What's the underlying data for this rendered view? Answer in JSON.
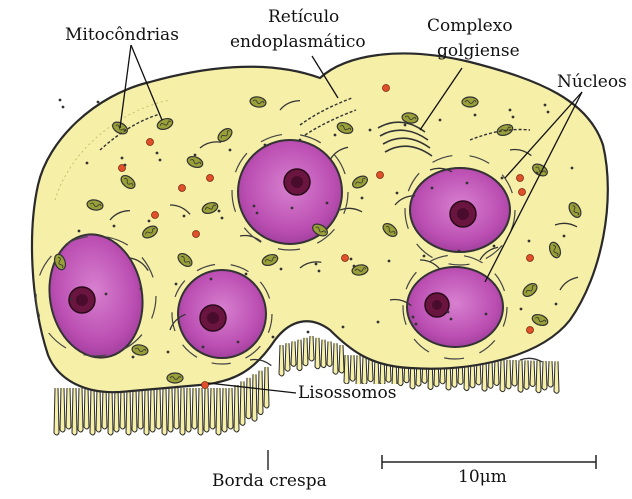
{
  "labels": {
    "mitochondria": "Mitocôndrias",
    "er_line1": "Retículo",
    "er_line2": "endoplasmático",
    "golgi_line1": "Complexo",
    "golgi_line2": "golgiense",
    "nuclei": "Núcleos",
    "lysosomes": "Lisossomos",
    "ruffled_border": "Borda crespa",
    "scale": "10μm"
  },
  "colors": {
    "cytoplasm": "#f6efa8",
    "cell_outline": "#2a2a2a",
    "nucleus": "#c05ab8",
    "nucleolus": "#6a1540",
    "mitochondria": "#9aa038",
    "lysosome": "#e0502a"
  }
}
